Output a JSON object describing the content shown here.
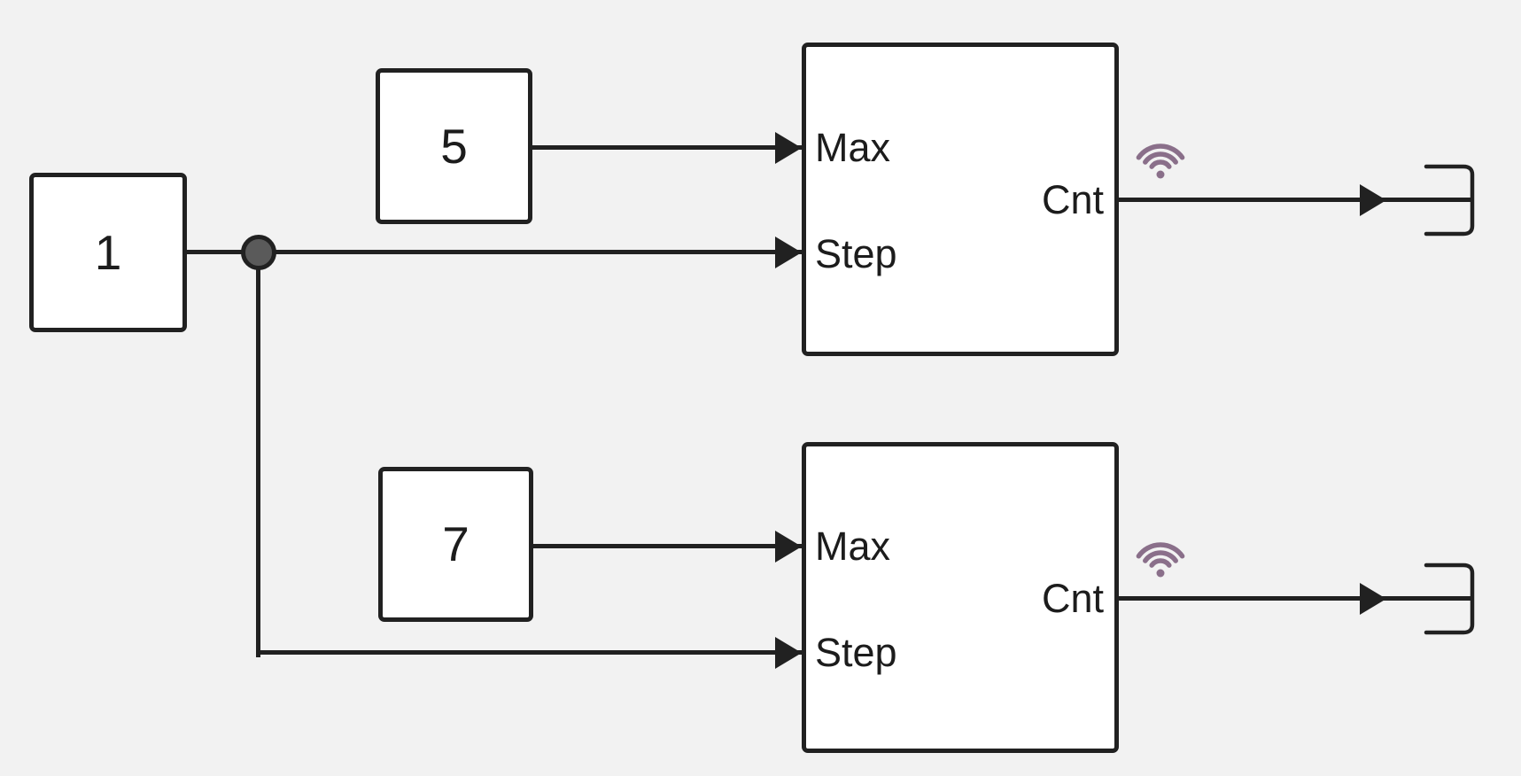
{
  "app": {
    "name": "Block diagram canvas"
  },
  "colors": {
    "bg": "#f2f2f2",
    "blockFill": "#ffffff",
    "stroke": "#212121",
    "text": "#1c1c1c",
    "dotFill": "#5a5a5a",
    "wifi": "#8a6f8a"
  },
  "icons": {
    "logging_badge": "wifi-icon",
    "output_port": "bus-out-bracket-icon",
    "branch_point": "junction-dot",
    "signal_arrow": "arrowhead-icon"
  },
  "diagram": {
    "constants": [
      {
        "value": "1"
      },
      {
        "value": "5"
      },
      {
        "value": "7"
      }
    ],
    "counters": [
      {
        "ports": {
          "max": "Max",
          "step": "Step",
          "cnt": "Cnt"
        }
      },
      {
        "ports": {
          "max": "Max",
          "step": "Step",
          "cnt": "Cnt"
        }
      }
    ]
  }
}
